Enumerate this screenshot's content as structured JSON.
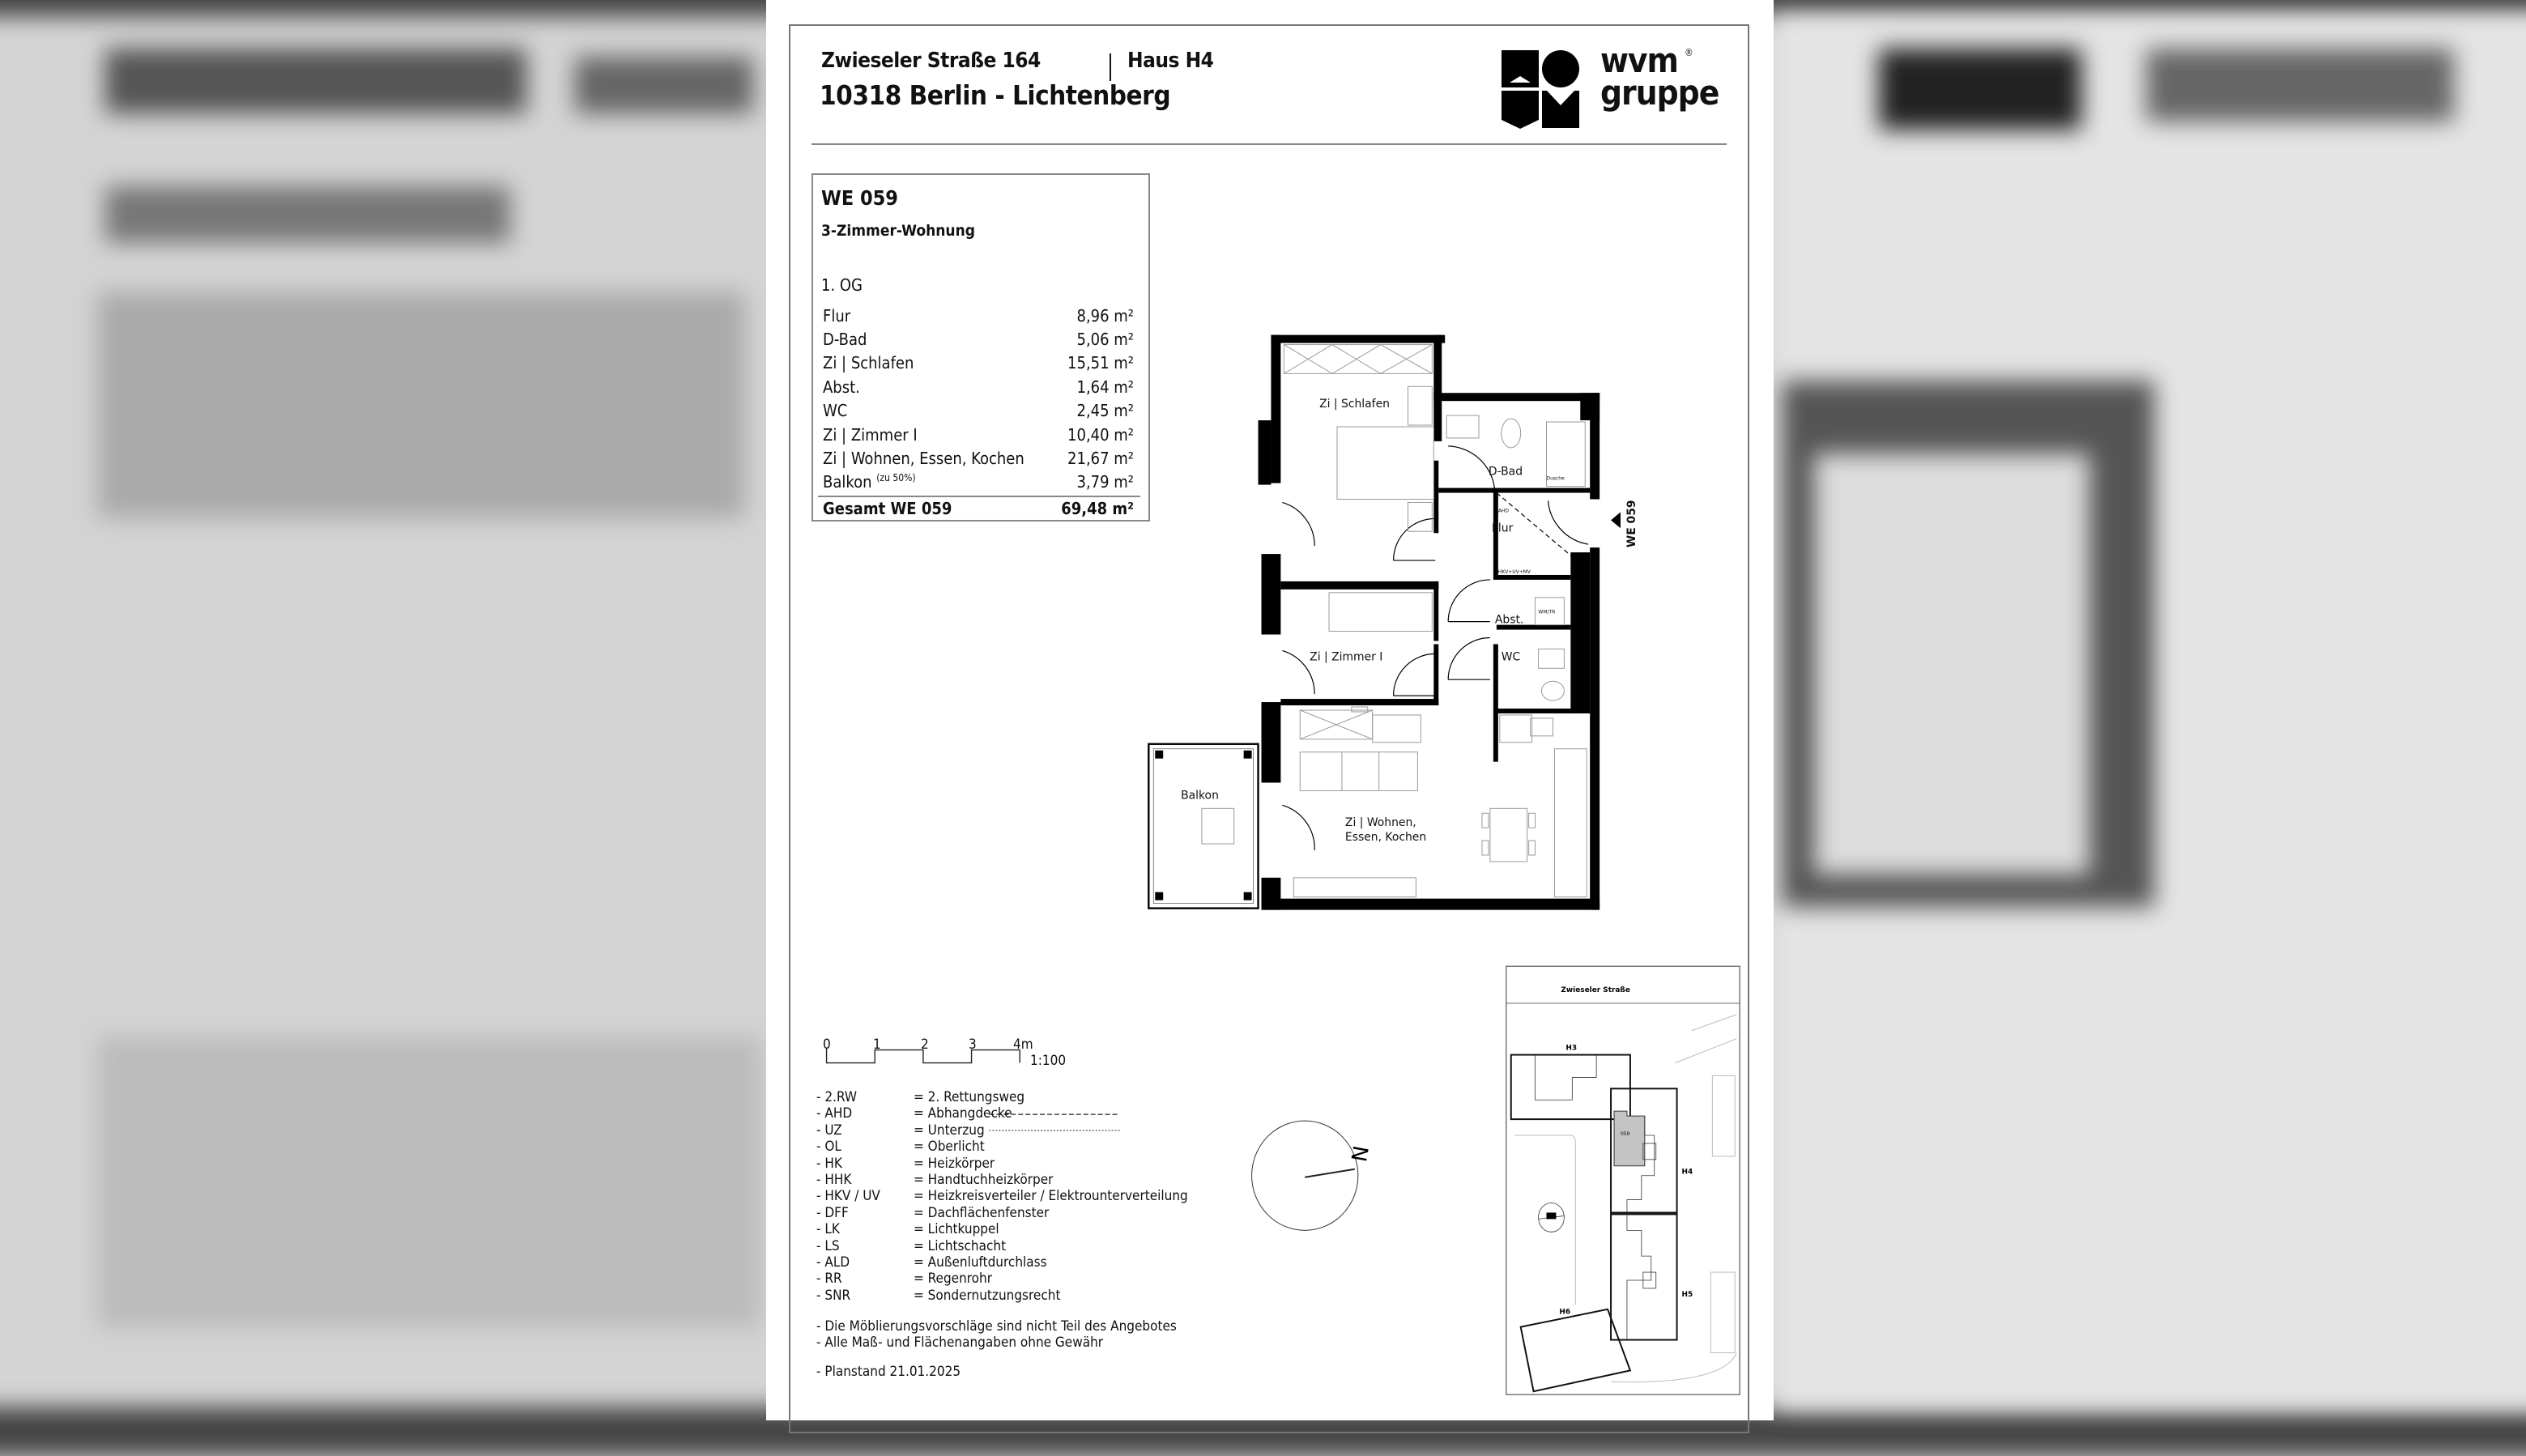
{
  "header": {
    "address_line": "Zwieseler Straße 164",
    "house": "Haus H4",
    "city_line": "10318 Berlin - Lichtenberg",
    "logo_line1": "wvm",
    "logo_line2": "gruppe",
    "logo_reg": "®"
  },
  "unit": {
    "id": "WE 059",
    "type": "3-Zimmer-Wohnung",
    "floor": "1. OG",
    "rooms": [
      {
        "name": "Flur",
        "area": "8,96 m²"
      },
      {
        "name": "D-Bad",
        "area": "5,06 m²"
      },
      {
        "name": "Zi | Schlafen",
        "area": "15,51 m²"
      },
      {
        "name": "Abst.",
        "area": "1,64 m²"
      },
      {
        "name": "WC",
        "area": "2,45 m²"
      },
      {
        "name": "Zi | Zimmer I",
        "area": "10,40 m²"
      },
      {
        "name": "Zi | Wohnen, Essen, Kochen",
        "area": "21,67 m²"
      },
      {
        "name": "Balkon",
        "note": "(zu 50%)",
        "area": "3,79 m²"
      }
    ],
    "total_label": "Gesamt WE 059",
    "total_area": "69,48 m²"
  },
  "plan": {
    "labels": {
      "schlafen": "Zi | Schlafen",
      "dbad": "D-Bad",
      "dusche": "Dusche",
      "flur": "Flur",
      "ahd": "AHD",
      "hkv": "HKV+UV+MV",
      "wmtr": "WM/TR",
      "abst": "Abst.",
      "wc": "WC",
      "zimmer": "Zi | Zimmer I",
      "balkon": "Balkon",
      "wohnen1": "Zi | Wohnen,",
      "wohnen2": "Essen, Kochen",
      "entrance": "WE 059"
    }
  },
  "scale": {
    "ticks": [
      "0",
      "1",
      "2",
      "3",
      "4m"
    ],
    "ratio": "1:100"
  },
  "legend": [
    {
      "abbr": "- 2.RW",
      "text": "= 2. Rettungsweg"
    },
    {
      "abbr": "- AHD",
      "text": "= Abhangdecke"
    },
    {
      "abbr": "- UZ",
      "text": "= Unterzug"
    },
    {
      "abbr": "- OL",
      "text": "= Oberlicht"
    },
    {
      "abbr": "- HK",
      "text": "= Heizkörper"
    },
    {
      "abbr": "- HHK",
      "text": "= Handtuchheizkörper"
    },
    {
      "abbr": "- HKV / UV",
      "text": "= Heizkreisverteiler / Elektrounterverteilung"
    },
    {
      "abbr": "- DFF",
      "text": "= Dachflächenfenster"
    },
    {
      "abbr": "- LK",
      "text": "= Lichtkuppel"
    },
    {
      "abbr": "- LS",
      "text": "= Lichtschacht"
    },
    {
      "abbr": "- ALD",
      "text": "= Außenluftdurchlass"
    },
    {
      "abbr": "- RR",
      "text": "= Regenrohr"
    },
    {
      "abbr": "- SNR",
      "text": "= Sondernutzungsrecht"
    }
  ],
  "notes": [
    "- Die Möblierungsvorschläge sind nicht Teil des Angebotes",
    "- Alle Maß- und Flächenangaben ohne Gewähr"
  ],
  "planstand": "- Planstand 21.01.2025",
  "compass": {
    "north": "N"
  },
  "site": {
    "street": "Zwieseler Straße",
    "h3": "H3",
    "h4": "H4",
    "h5": "H5",
    "h6": "H6",
    "unit": "059",
    "highlight_color": "#c4c4c4"
  }
}
